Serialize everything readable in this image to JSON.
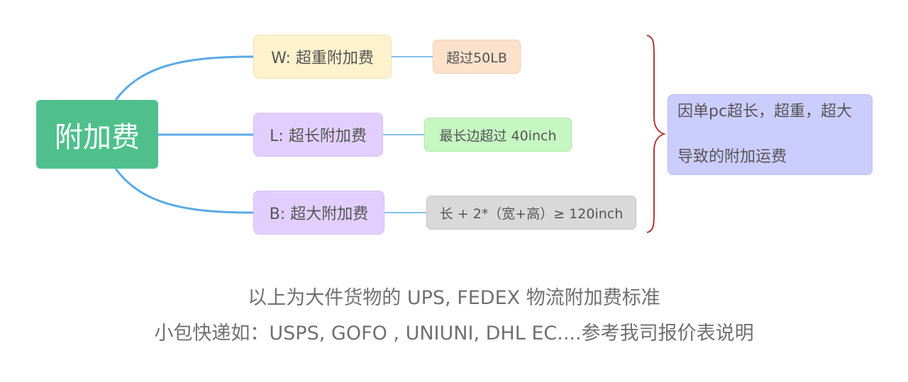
{
  "root": {
    "label": "附加费"
  },
  "branches": [
    {
      "label": "W: 超重附加费",
      "detail": "超过50LB"
    },
    {
      "label": "L: 超长附加费",
      "detail": "最长边超过 40inch"
    },
    {
      "label": "B: 超大附加费",
      "detail": "长 + 2*（宽+高）≥ 120inch"
    }
  ],
  "summary": {
    "line1": "因单pc超长，超重，超大",
    "line2": "导致的附加运费"
  },
  "captions": {
    "line1": "以上为大件货物的 UPS, FEDEX 物流附加费标准",
    "line2": "小包快递如：USPS, GOFO , UNIUNI, DHL EC....参考我司报价表说明"
  },
  "colors": {
    "root": "#4fc08d",
    "connector": "#5aaae6",
    "brace": "#b03a3a",
    "branch_w": "#fff2cc",
    "branch_l": "#e3cfff",
    "branch_b": "#e3cfff",
    "leaf_w": "#fde2cb",
    "leaf_l": "#c6f7c2",
    "leaf_b": "#d9d9d9",
    "summary": "#cccdff"
  }
}
